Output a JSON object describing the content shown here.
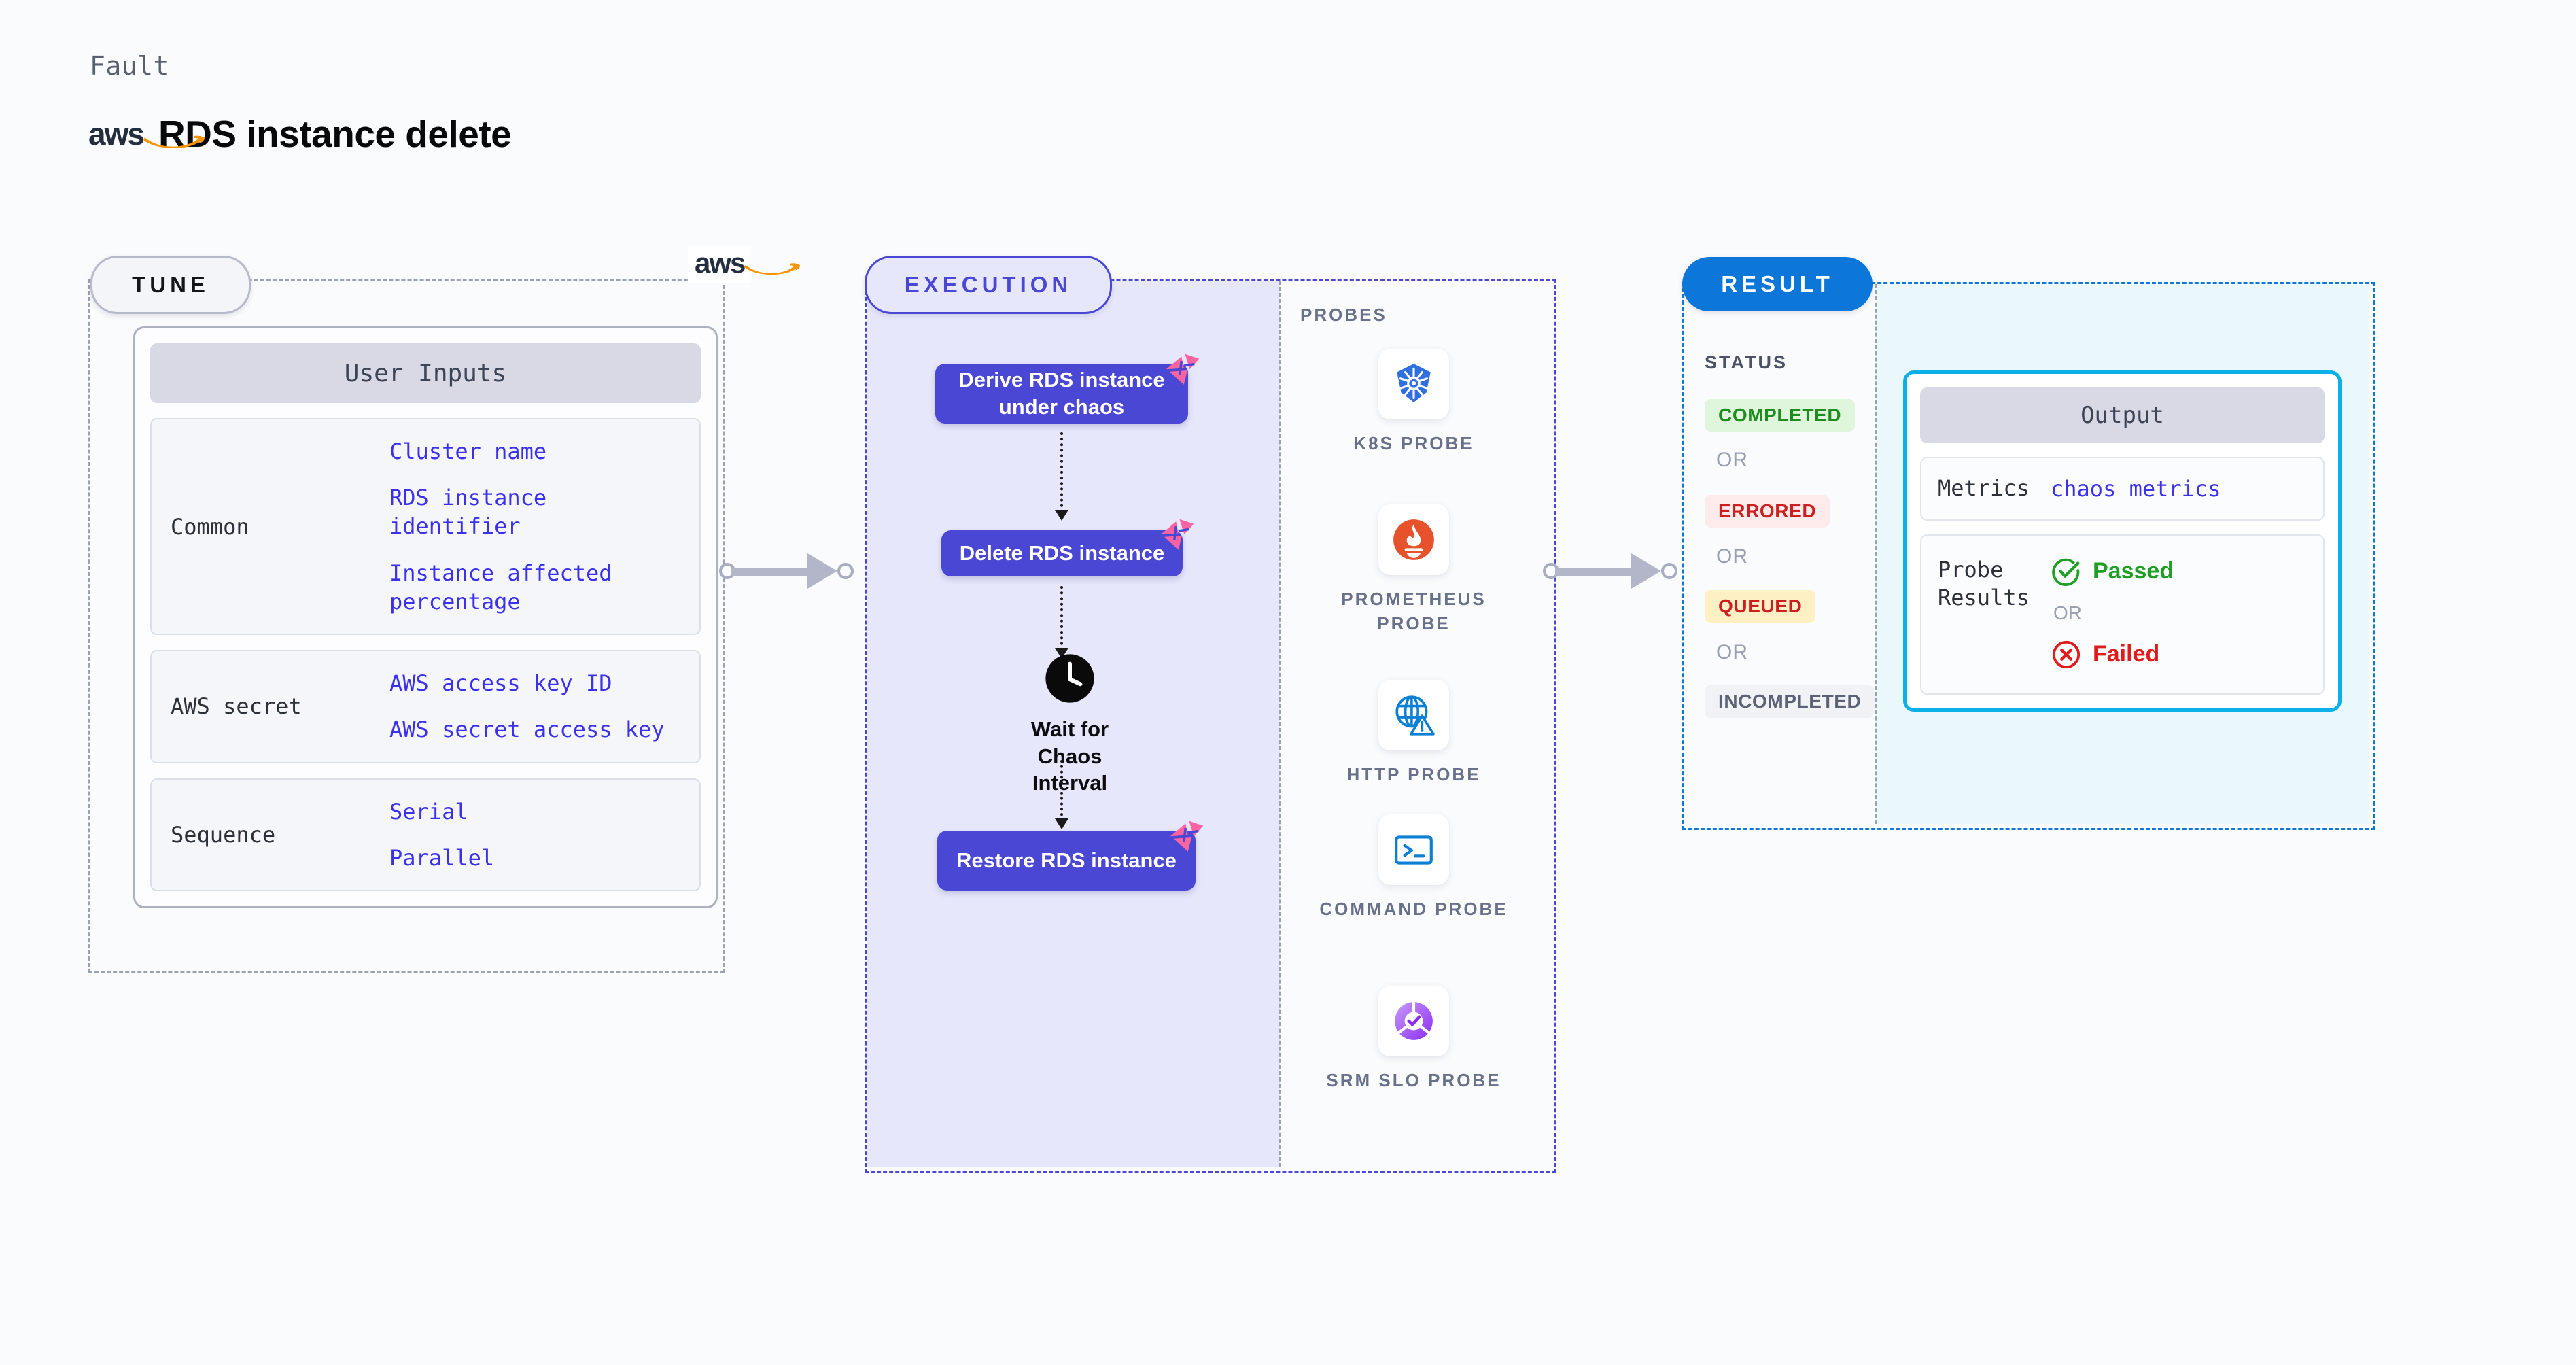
{
  "header": {
    "eyebrow": "Fault",
    "provider_logo": "aws-logo",
    "title": "RDS instance delete"
  },
  "stages": {
    "tune": {
      "badge": "TUNE",
      "provider_logo": "aws-logo"
    },
    "execution": {
      "badge": "EXECUTION"
    },
    "result": {
      "badge": "RESULT"
    }
  },
  "tune": {
    "card_title": "User Inputs",
    "groups": [
      {
        "label": "Common",
        "values": [
          "Cluster name",
          "RDS instance identifier",
          "Instance affected percentage"
        ]
      },
      {
        "label": "AWS secret",
        "values": [
          "AWS access key ID",
          "AWS secret access key"
        ]
      },
      {
        "label": "Sequence",
        "values": [
          "Serial",
          "Parallel"
        ]
      }
    ]
  },
  "execution": {
    "steps": [
      {
        "label": "Derive RDS instance under chaos",
        "badge_icon": "litmus-chaos-icon"
      },
      {
        "label": "Delete RDS instance",
        "badge_icon": "litmus-chaos-icon"
      },
      {
        "label": "Wait for Chaos Interval",
        "icon": "clock-icon"
      },
      {
        "label": "Restore RDS instance",
        "badge_icon": "litmus-chaos-icon"
      }
    ]
  },
  "probes": {
    "title": "PROBES",
    "items": [
      {
        "name": "K8S PROBE",
        "icon": "kubernetes-icon"
      },
      {
        "name": "PROMETHEUS PROBE",
        "icon": "prometheus-icon"
      },
      {
        "name": "HTTP PROBE",
        "icon": "globe-warning-icon"
      },
      {
        "name": "COMMAND PROBE",
        "icon": "terminal-icon"
      },
      {
        "name": "SRM SLO PROBE",
        "icon": "srm-slo-icon"
      }
    ]
  },
  "result": {
    "status_title": "STATUS",
    "or_label": "OR",
    "statuses": [
      {
        "label": "COMPLETED",
        "bg": "#dff5dc",
        "fg": "#1e8c1e"
      },
      {
        "label": "ERRORED",
        "bg": "#fdeaea",
        "fg": "#cc1f1f"
      },
      {
        "label": "QUEUED",
        "bg": "#fdf0c4",
        "fg": "#cc1f1f"
      },
      {
        "label": "INCOMPLETED",
        "bg": "#f1f2f6",
        "fg": "#5b6276"
      }
    ]
  },
  "output": {
    "card_title": "Output",
    "metrics_label": "Metrics",
    "metrics_value": "chaos metrics",
    "probe_results_label": "Probe Results",
    "or_label": "OR",
    "passed_label": "Passed",
    "failed_label": "Failed",
    "passed_icon": "check-circle-icon",
    "failed_icon": "x-circle-icon"
  },
  "colors": {
    "accent_purple": "#4a47d5",
    "accent_blue": "#0c77d8",
    "accent_cyan": "#0cb0e8",
    "link_purple": "#3b30ee",
    "litmus_pink": "#fb64a0",
    "aws_orange": "#f79400"
  }
}
